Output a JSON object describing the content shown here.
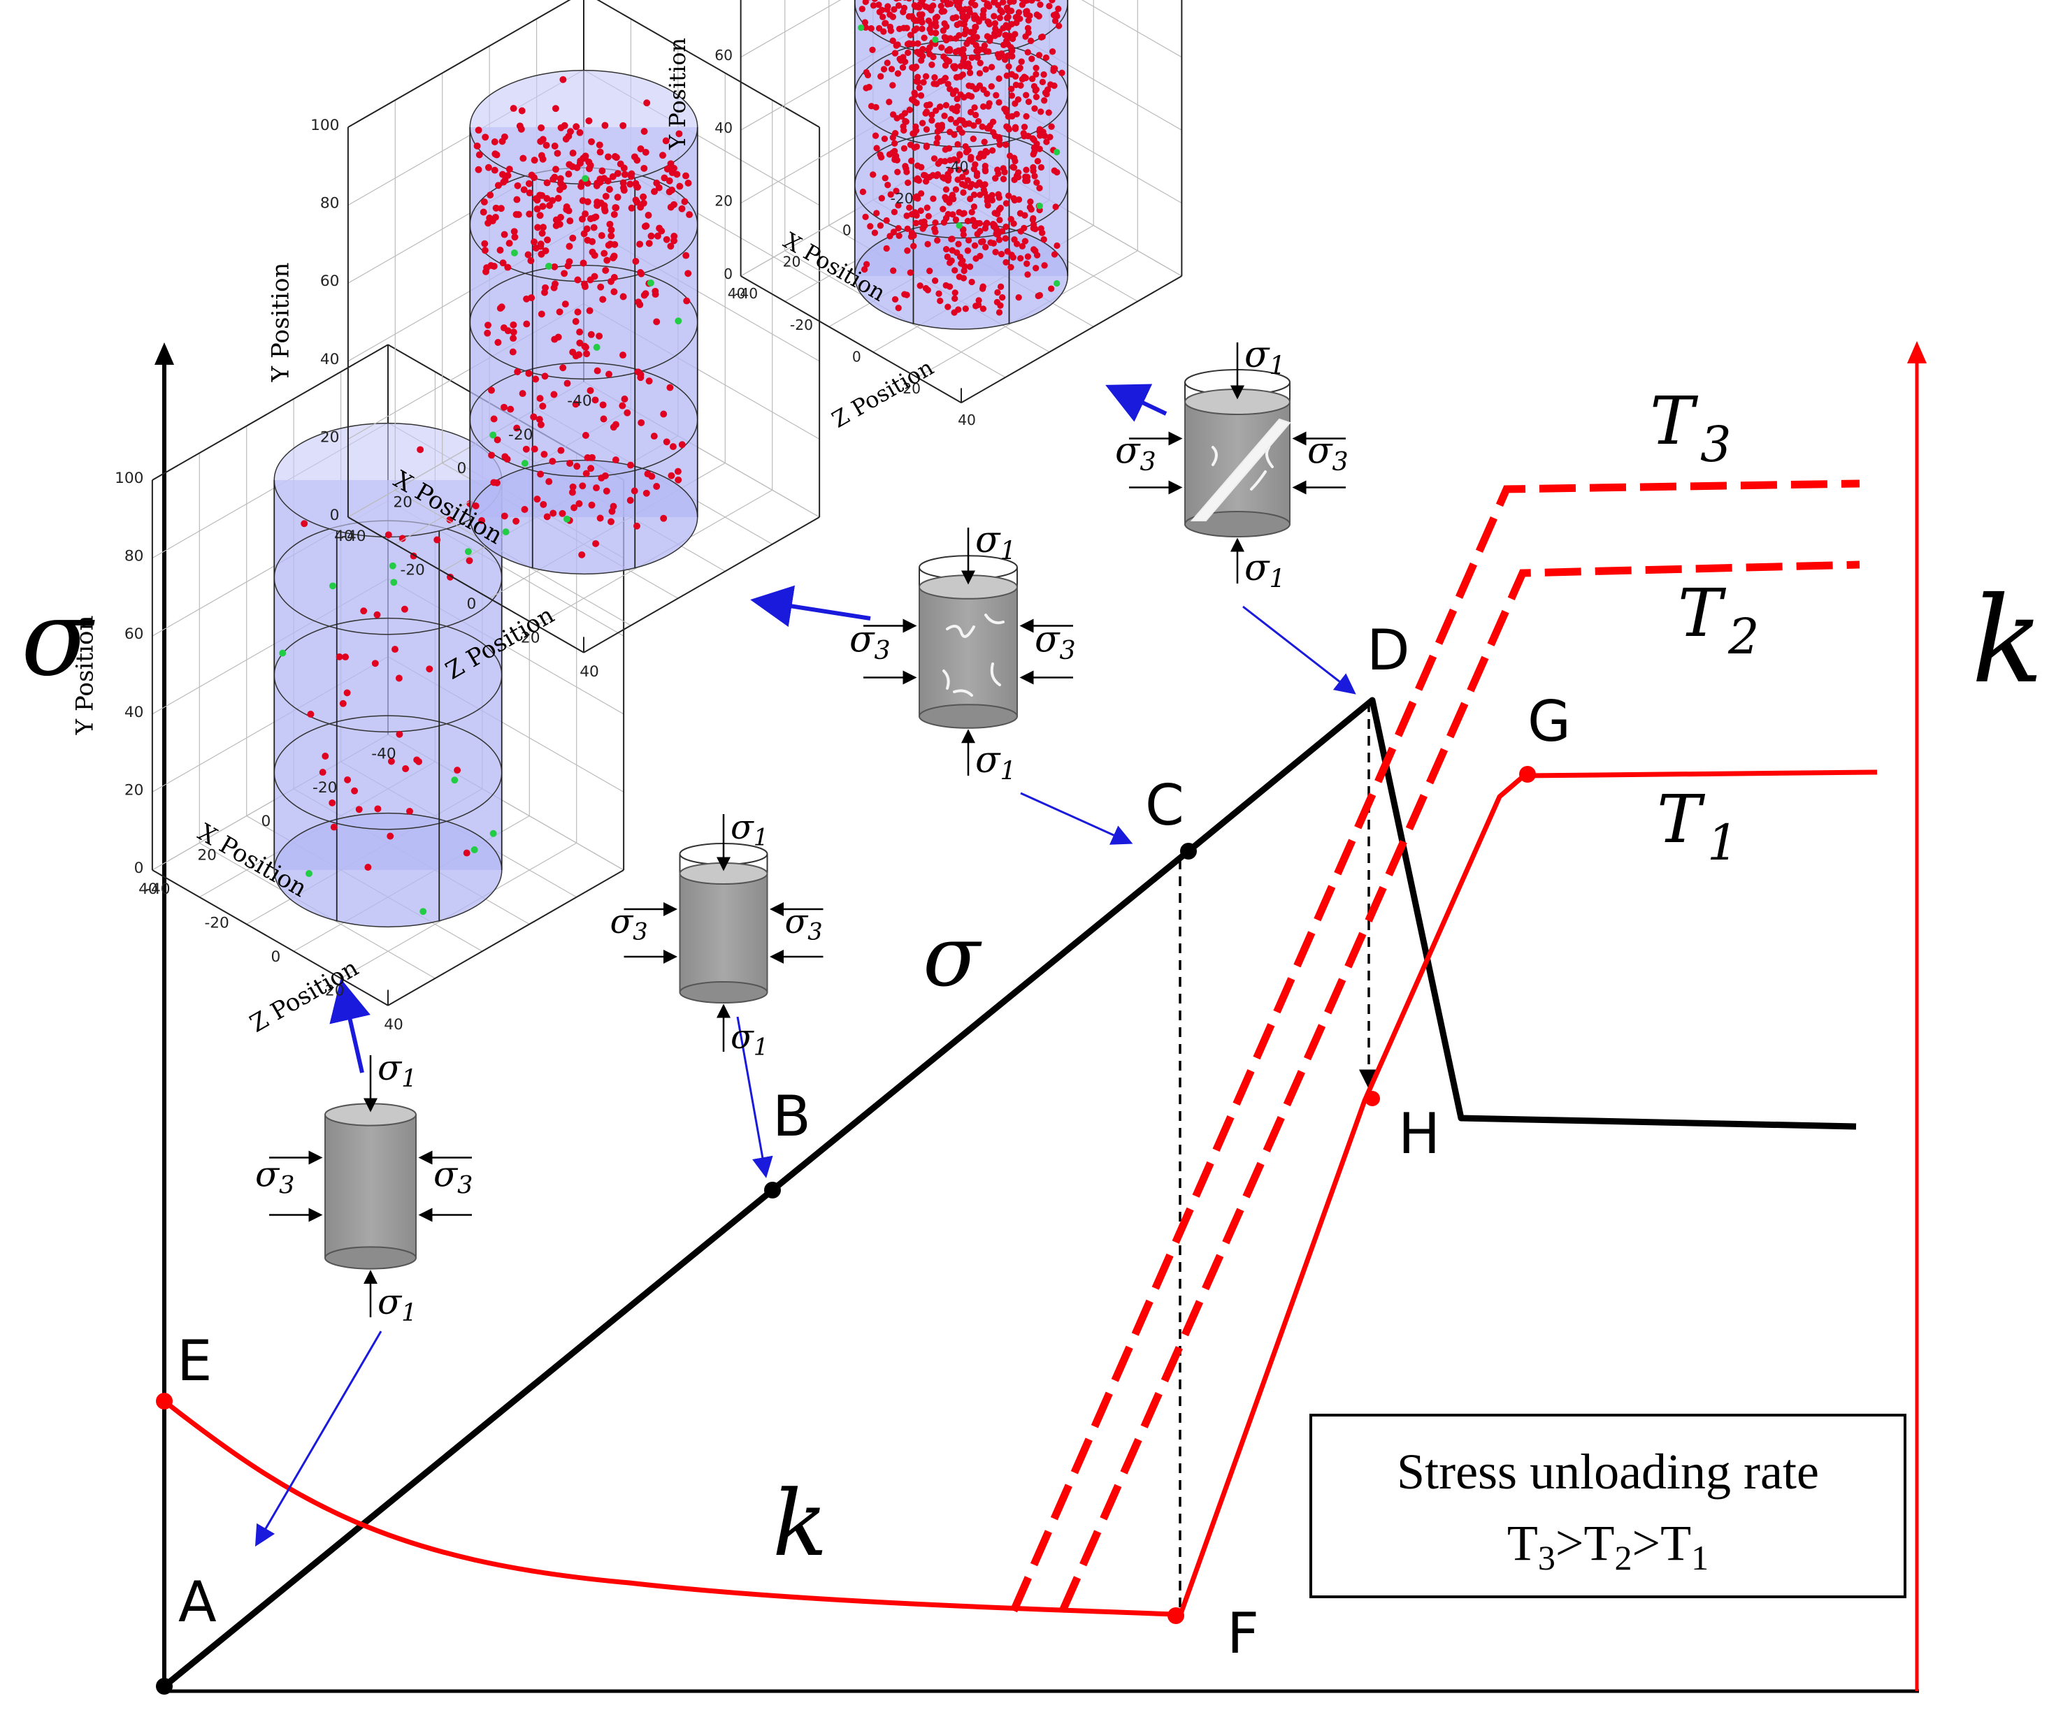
{
  "axes": {
    "left_label": "σ",
    "right_label": "k"
  },
  "curves": {
    "sigma_label": "σ",
    "k_label": "k"
  },
  "points": {
    "A": "A",
    "B": "B",
    "C": "C",
    "D": "D",
    "E": "E",
    "F": "F",
    "G": "G",
    "H": "H"
  },
  "series_labels": {
    "T3": "T",
    "T3_sub": "3",
    "T2": "T",
    "T2_sub": "2",
    "T1": "T",
    "T1_sub": "1"
  },
  "legend": {
    "title": "Stress unloading rate",
    "order_T3": "T",
    "order_T3_sub": "3",
    "order_gt1": ">",
    "order_T2": "T",
    "order_T2_sub": "2",
    "order_gt2": ">",
    "order_T1": "T",
    "order_T1_sub": "1"
  },
  "stress_symbols": {
    "sigma1": "σ",
    "sigma1_sub": "1",
    "sigma3": "σ",
    "sigma3_sub": "3"
  },
  "plot3d": {
    "y_axis": "Y Position",
    "x_axis": "X Position",
    "z_axis": "Z Position",
    "ticks_y": [
      "100",
      "80",
      "60",
      "40",
      "20",
      "0"
    ],
    "ticks_x": [
      "-40",
      "-20",
      "0",
      "20",
      "40"
    ],
    "ticks_z": [
      "-40",
      "-20",
      "0",
      "20",
      "40"
    ]
  },
  "colors": {
    "stress_curve": "#000000",
    "permeability_curve": "#ff0000",
    "arrow": "#1a1adc",
    "specimen": "#9a9a9a",
    "cylinder_3d": "#b4b8f4",
    "event_point": "#e00020",
    "event_point_minor": "#22cc44"
  }
}
